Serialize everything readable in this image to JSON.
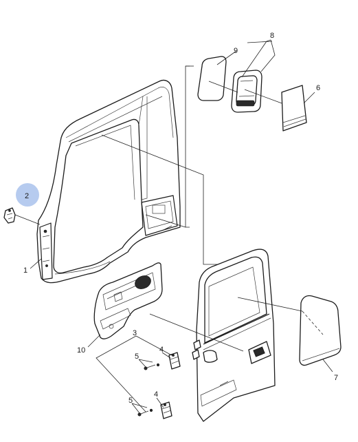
{
  "diagram": {
    "type": "exploded-parts-view",
    "highlight_color": "#a9c2ec",
    "highlighted_callout": "2",
    "callouts": [
      {
        "id": "c1",
        "label": "1"
      },
      {
        "id": "c2",
        "label": "2"
      },
      {
        "id": "c3",
        "label": "3"
      },
      {
        "id": "c4a",
        "label": "4"
      },
      {
        "id": "c4b",
        "label": "4"
      },
      {
        "id": "c5a",
        "label": "5"
      },
      {
        "id": "c5b",
        "label": "5"
      },
      {
        "id": "c6",
        "label": "6"
      },
      {
        "id": "c7",
        "label": "7"
      },
      {
        "id": "c8",
        "label": "8"
      },
      {
        "id": "c9",
        "label": "9"
      },
      {
        "id": "c10",
        "label": "10"
      }
    ]
  }
}
